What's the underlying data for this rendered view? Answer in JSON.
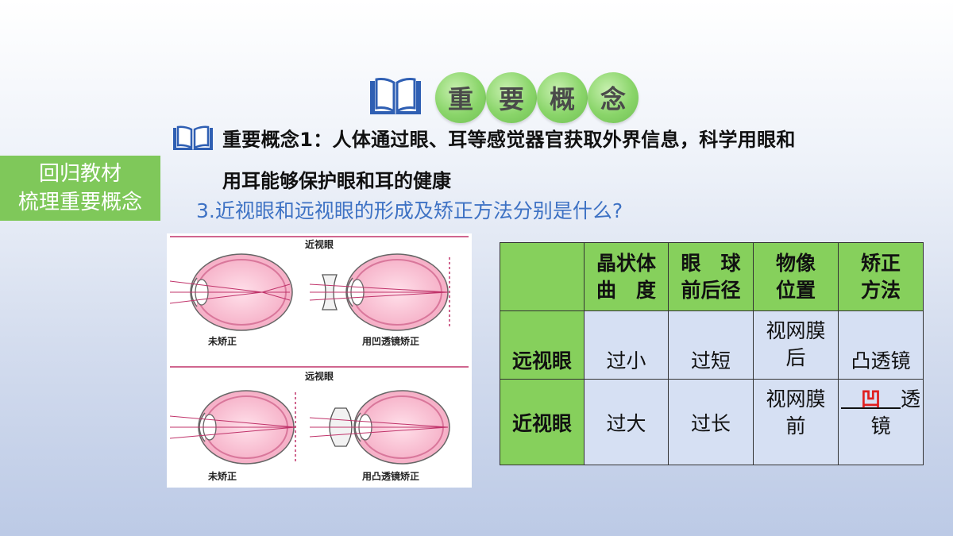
{
  "header": {
    "title_chars": [
      "重",
      "要",
      "概",
      "念"
    ]
  },
  "concept": {
    "line1": "重要概念1：人体通过眼、耳等感觉器官获取外界信息，科学用眼和",
    "line2": "用耳能够保护眼和耳的健康"
  },
  "side_badge": {
    "line1": "回归教材",
    "line2": "梳理重要概念"
  },
  "question": "3.近视眼和远视眼的形成及矫正方法分别是什么?",
  "diagram": {
    "top_title": "近视眼",
    "top_left_caption": "未矫正",
    "top_right_caption": "用凹透镜矫正",
    "bottom_title": "远视眼",
    "bottom_left_caption": "未矫正",
    "bottom_right_caption": "用凸透镜矫正"
  },
  "table": {
    "headers": [
      "",
      "晶状体曲 度",
      "眼 球前后径",
      "物像位置",
      "矫正方法"
    ],
    "header_lines": [
      [
        "",
        ""
      ],
      [
        "晶状体",
        "曲　度"
      ],
      [
        "眼　球",
        "前后径"
      ],
      [
        "物像",
        "位置"
      ],
      [
        "矫正",
        "方法"
      ]
    ],
    "rows": [
      {
        "label": "远视眼",
        "curvature": "过小",
        "axis": "过短",
        "image_pos_l1": "视网膜",
        "image_pos_l2": "后",
        "correction": "凸透镜"
      },
      {
        "label": "近视眼",
        "curvature": "过大",
        "axis": "过长",
        "image_pos_l1": "视网膜",
        "image_pos_l2": "前",
        "correction_blank": "凹",
        "correction_suffix": "透",
        "correction_l2": "镜"
      }
    ]
  },
  "colors": {
    "accent_green": "#86d05c",
    "question_blue": "#3e72c4",
    "cell_blue": "#d6e0f3",
    "answer_red": "#e02020"
  }
}
